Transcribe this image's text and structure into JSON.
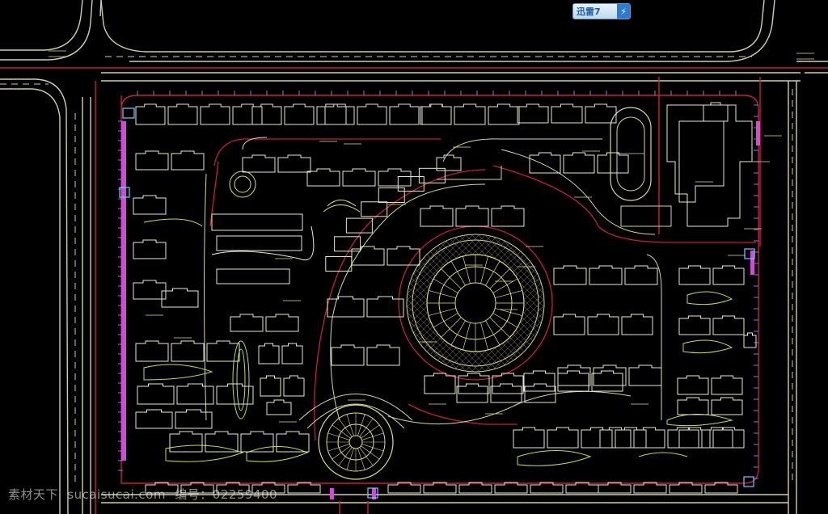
{
  "badge": {
    "text": "迅雷7",
    "icon": "lightning-bolt-icon"
  },
  "watermark": {
    "brand": "素材天下",
    "site": "sucaisucai.com",
    "code_label": "编号：02259400"
  },
  "colors": {
    "background": "#000000",
    "road": "#d6d6a0",
    "building": "#e8e8d0",
    "boundary": "#c81e3c",
    "plaza": "#e0e07a",
    "landscape": "#b8e050",
    "dim": "#9aa0ff"
  }
}
